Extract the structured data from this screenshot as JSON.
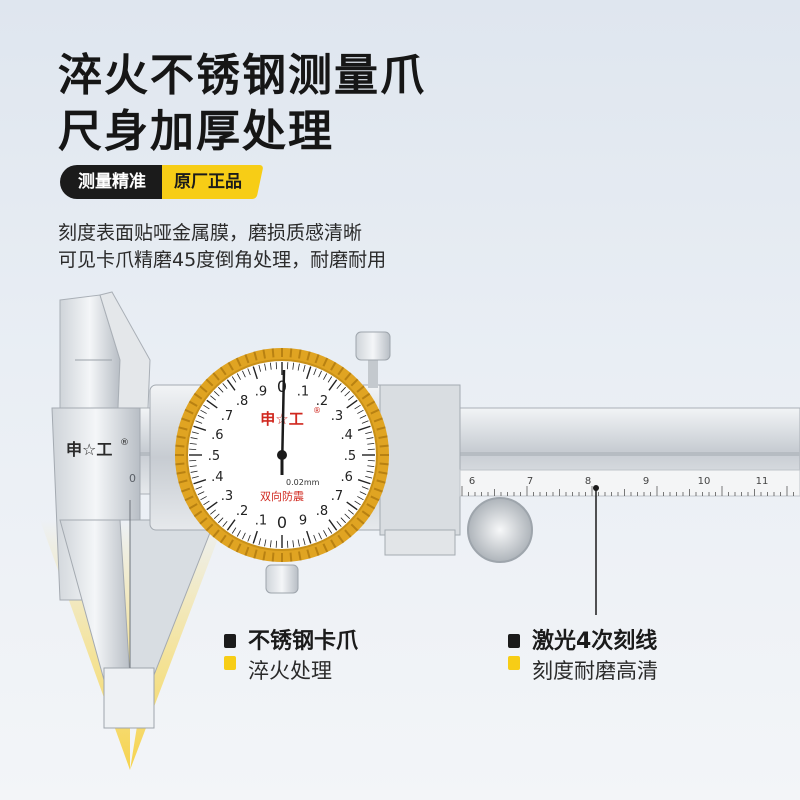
{
  "headline": {
    "line1": "淬火不锈钢测量爪",
    "line2": "尺身加厚处理"
  },
  "badges": {
    "dark": "测量精准",
    "yellow": "原厂正品"
  },
  "description": {
    "line1": "刻度表面贴哑金属膜，磨损质感清晰",
    "line2": "可见卡爪精磨45度倒角处理，耐磨耐用"
  },
  "caliper": {
    "brand": "申☆工",
    "registered": "®",
    "dial": {
      "numbers": [
        "0",
        ".1",
        ".2",
        ".3",
        ".4",
        ".5",
        ".6",
        ".7",
        ".8",
        "9",
        "0",
        ".1",
        ".2",
        ".3",
        ".4",
        ".5",
        ".6",
        ".7",
        ".8",
        ".9"
      ],
      "resolution": "0.02mm",
      "label": "双向防震"
    },
    "scale_numbers": [
      "6",
      "7",
      "8",
      "9",
      "10",
      "11"
    ],
    "jaw_fragment": "0"
  },
  "features": [
    {
      "title": "不锈钢卡爪",
      "subtitle": "淬火处理"
    },
    {
      "title": "激光4次刻线",
      "subtitle": "刻度耐磨高清"
    }
  ],
  "colors": {
    "accent_yellow": "#f7cd16",
    "dark": "#1b1b1b",
    "bezel_gold": "#e0a422",
    "brand_red": "#d0281f"
  }
}
